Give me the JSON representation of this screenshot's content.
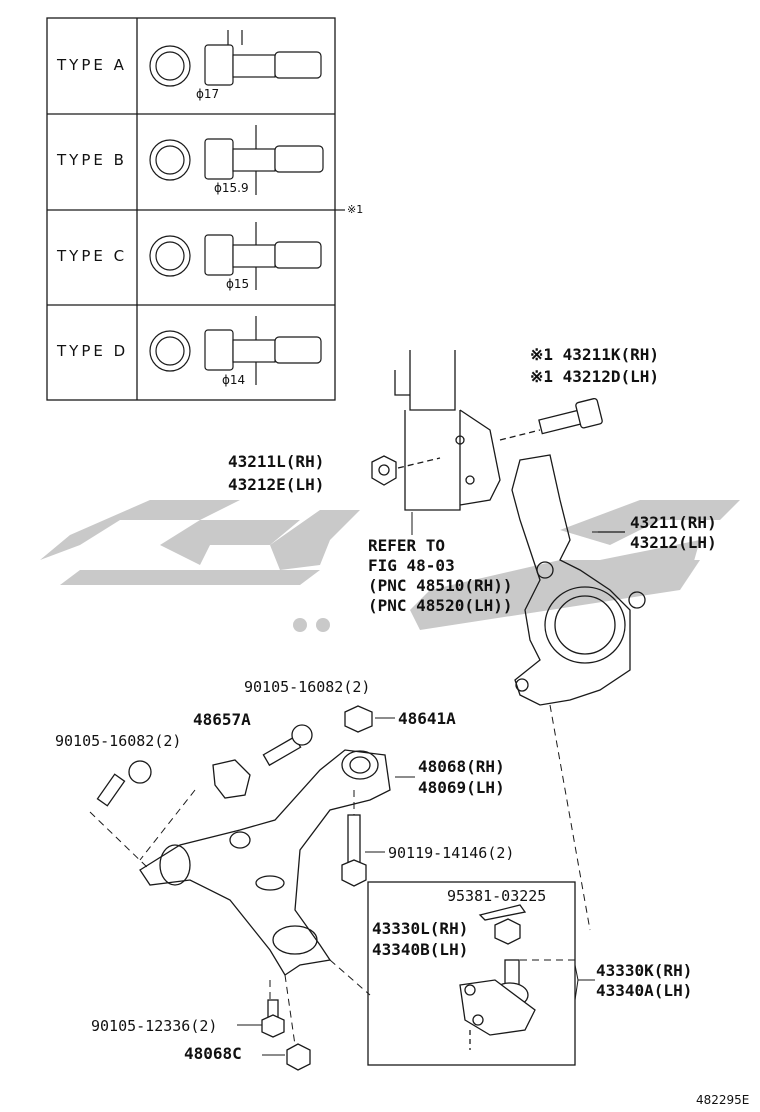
{
  "type_table": {
    "rows": [
      {
        "type": "TYPE A",
        "dim": "ϕ17"
      },
      {
        "type": "TYPE B",
        "dim": "ϕ15.9"
      },
      {
        "type": "TYPE C",
        "dim": "ϕ15"
      },
      {
        "type": "TYPE D",
        "dim": "ϕ14"
      }
    ],
    "note_mark": "※1"
  },
  "labels": {
    "bolt_rh": "※1 43211K(RH)",
    "bolt_lh": "※1 43212D(LH)",
    "nut_rh": "43211L(RH)",
    "nut_lh": "43212E(LH)",
    "knuckle_rh": "43211(RH)",
    "knuckle_lh": "43212(LH)",
    "refer_1": "REFER TO",
    "refer_2": "FIG 48-03",
    "refer_3": "(PNC 48510(RH))",
    "refer_4": "(PNC 48520(LH))",
    "bolt_90105_16082_top": "90105-16082(2)",
    "bracket_48657a": "48657A",
    "nut_48641a": "48641A",
    "bolt_90105_16082_left": "90105-16082(2)",
    "arm_rh": "48068(RH)",
    "arm_lh": "48069(LH)",
    "bolt_90119": "90119-14146(2)",
    "pin_95381": "95381-03225",
    "nut_43330l": "43330L(RH)",
    "nut_43340b": "43340B(LH)",
    "joint_rh": "43330K(RH)",
    "joint_lh": "43340A(LH)",
    "bolt_90105_12336": "90105-12336(2)",
    "bushing_48068c": "48068C",
    "figure_id": "482295E"
  },
  "colors": {
    "line": "#1a1a1a",
    "watermark": "#cccccc"
  }
}
